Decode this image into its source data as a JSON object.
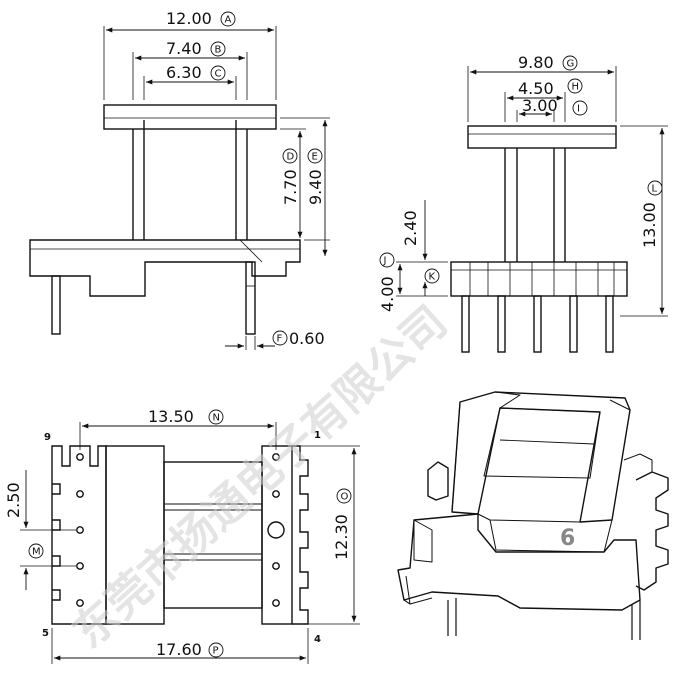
{
  "watermark": "东莞市扬通电子有限公司",
  "view_front": {
    "dim_a": "12.00",
    "tag_a": "A",
    "dim_b": "7.40",
    "tag_b": "B",
    "dim_c": "6.30",
    "tag_c": "C",
    "dim_d": "7.70",
    "tag_d": "D",
    "dim_e": "9.40",
    "tag_e": "E",
    "dim_f": "0.60",
    "tag_f": "F"
  },
  "view_side": {
    "dim_g": "9.80",
    "tag_g": "G",
    "dim_h": "4.50",
    "tag_h": "H",
    "dim_i": "3.00",
    "tag_i": "I",
    "dim_j": "4.00",
    "tag_j": "J",
    "dim_k": "2.40",
    "tag_k": "K",
    "dim_l": "13.00",
    "tag_l": "L"
  },
  "view_bottom": {
    "dim_n": "13.50",
    "tag_n": "N",
    "dim_m": "2.50",
    "tag_m": "M",
    "dim_o": "12.30",
    "tag_o": "O",
    "dim_p": "17.60",
    "tag_p": "P",
    "pin_9": "9",
    "pin_1": "1",
    "pin_5": "5",
    "pin_4": "4"
  },
  "view_iso": {
    "label": "6"
  }
}
